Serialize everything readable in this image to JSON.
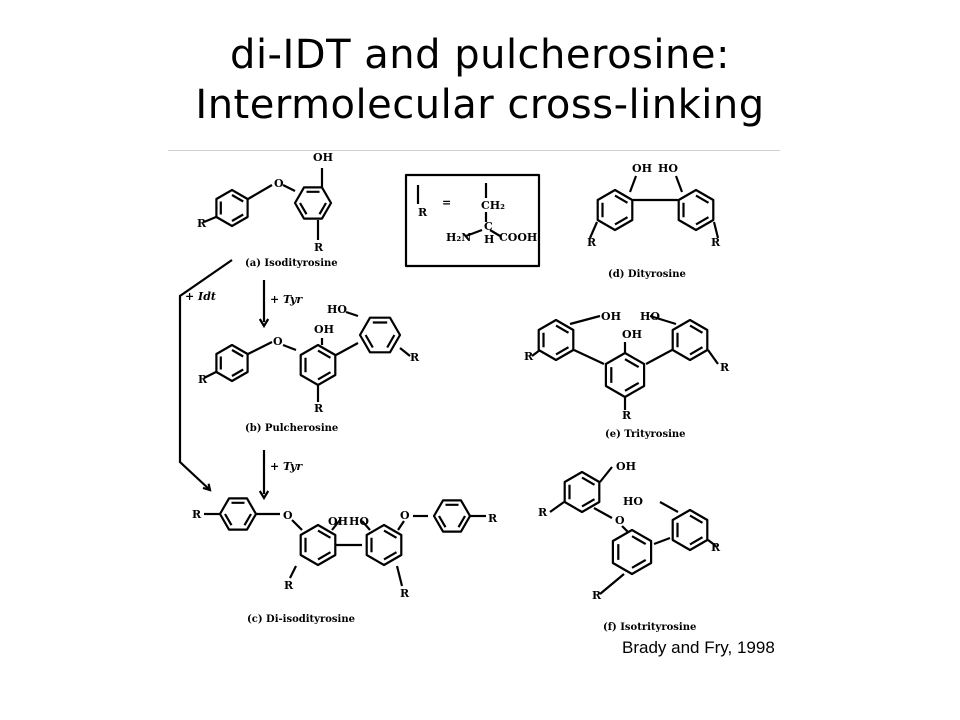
{
  "slide": {
    "title_line1": "di-IDT and pulcherosine:",
    "title_line2": "Intermolecular cross-linking",
    "citation": "Brady and Fry, 1998"
  },
  "figure": {
    "captions": {
      "a": "(a) Isodityrosine",
      "b": "(b) Pulcherosine",
      "c": "(c) Di-isodityrosine",
      "d": "(d) Dityrosine",
      "e": "(e) Trityrosine",
      "f": "(f) Isotrityrosine"
    },
    "arrows": {
      "plus_idt": "+ Idt",
      "plus_tyr_1": "+ Tyr",
      "plus_tyr_2": "+ Tyr"
    },
    "atoms": {
      "R": "R",
      "O": "O",
      "OH": "OH",
      "HO": "HO",
      "equals": "=",
      "CH2": "CH₂",
      "C": "C",
      "H": "H",
      "H2N": "H₂N",
      "COOH": "COOH"
    }
  }
}
